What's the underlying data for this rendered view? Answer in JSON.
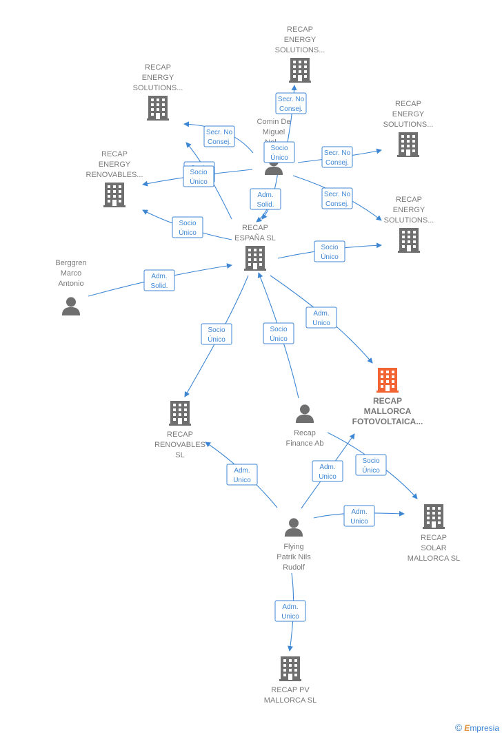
{
  "colors": {
    "node": "#6f6f6f",
    "highlight": "#f26433",
    "edge": "#3d86d4"
  },
  "nodes": [
    {
      "id": "es",
      "type": "company",
      "label": [
        "RECAP",
        "ESPAÑA  SL"
      ]
    },
    {
      "id": "mfv",
      "type": "company",
      "highlight": true,
      "label": [
        "RECAP",
        "MALLORCA",
        "FOTOVOLTAICA..."
      ]
    },
    {
      "id": "esol_top",
      "type": "company",
      "label": [
        "RECAP",
        "ENERGY",
        "SOLUTIONS..."
      ]
    },
    {
      "id": "esol_left",
      "type": "company",
      "label": [
        "RECAP",
        "ENERGY",
        "SOLUTIONS..."
      ]
    },
    {
      "id": "esol_right1",
      "type": "company",
      "label": [
        "RECAP",
        "ENERGY",
        "SOLUTIONS..."
      ]
    },
    {
      "id": "esol_right2",
      "type": "company",
      "label": [
        "RECAP",
        "ENERGY",
        "SOLUTIONS..."
      ]
    },
    {
      "id": "erenov",
      "type": "company",
      "label": [
        "RECAP",
        "ENERGY",
        "RENOVABLES..."
      ]
    },
    {
      "id": "comin",
      "type": "person",
      "label": [
        "Comin De",
        "Miguel",
        "Nel..."
      ]
    },
    {
      "id": "berg",
      "type": "person",
      "label": [
        "Berggren",
        "Marco",
        "Antonio"
      ]
    },
    {
      "id": "renov",
      "type": "company",
      "label": [
        "RECAP",
        "RENOVABLES",
        "SL"
      ]
    },
    {
      "id": "finance",
      "type": "person",
      "label": [
        "Recap",
        "Finance Ab"
      ]
    },
    {
      "id": "flying",
      "type": "person",
      "label": [
        "Flying",
        "Patrik Nils",
        "Rudolf"
      ]
    },
    {
      "id": "solar",
      "type": "company",
      "label": [
        "RECAP",
        "SOLAR",
        "MALLORCA  SL"
      ]
    },
    {
      "id": "pv",
      "type": "company",
      "label": [
        "RECAP PV",
        "MALLORCA  SL"
      ]
    }
  ],
  "edges": [
    {
      "id": "e1",
      "label": [
        "Secr.  No",
        "Consej."
      ]
    },
    {
      "id": "e2",
      "label": [
        "Secr.  No",
        "Consej."
      ]
    },
    {
      "id": "e3",
      "label": [
        "Socio",
        "Único"
      ]
    },
    {
      "id": "e4",
      "label": [
        "Secr.  No",
        "Consej."
      ]
    },
    {
      "id": "e5",
      "label": [
        "Secr.  No",
        "Consej."
      ]
    },
    {
      "id": "e6",
      "label": [
        "Socio",
        "Único"
      ]
    },
    {
      "id": "e7",
      "label": [
        "Adm.",
        "Solid."
      ]
    },
    {
      "id": "e8",
      "label": [
        "Socio",
        "Único"
      ]
    },
    {
      "id": "e9",
      "label": [
        "Socio",
        "Único"
      ]
    },
    {
      "id": "e10",
      "label": [
        "Adm.",
        "Solid."
      ]
    },
    {
      "id": "e11",
      "label": [
        "Socio",
        "Único"
      ]
    },
    {
      "id": "e12",
      "label": [
        "Socio",
        "Único"
      ]
    },
    {
      "id": "e13",
      "label": [
        "Socio",
        "Único"
      ]
    },
    {
      "id": "e14",
      "label": [
        "Adm.",
        "Unico"
      ]
    },
    {
      "id": "e15",
      "label": [
        "Adm.",
        "Unico"
      ]
    },
    {
      "id": "e16",
      "label": [
        "Socio",
        "Único"
      ]
    },
    {
      "id": "e17",
      "label": [
        "Adm.",
        "Unico"
      ]
    },
    {
      "id": "e18",
      "label": [
        "Adm.",
        "Unico"
      ]
    }
  ],
  "brand": {
    "copyright": "©",
    "initial": "E",
    "rest": "mpresia"
  }
}
